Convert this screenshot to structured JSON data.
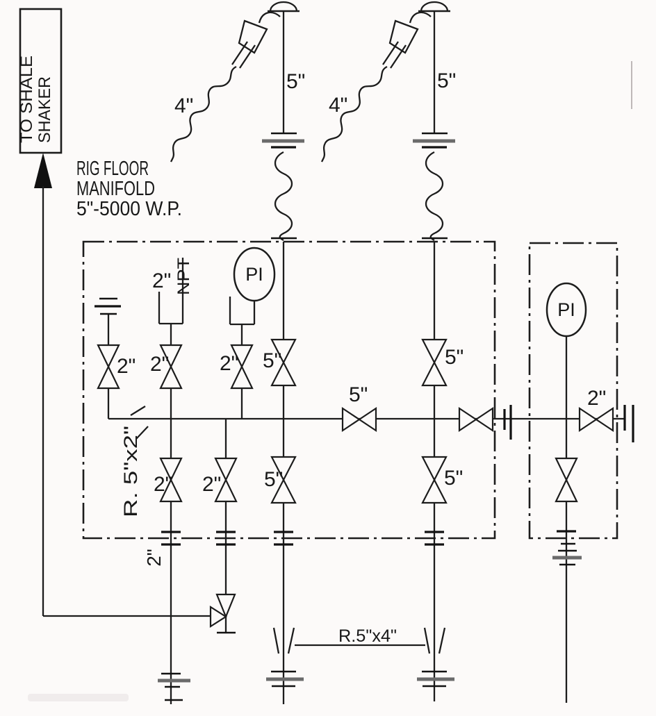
{
  "diagram": {
    "type": "piping-diagram",
    "destination_box": {
      "line1": "TO SHALE",
      "line2": "SHAKER"
    },
    "title": {
      "line1": "RIG FLOOR",
      "line2": "MANIFOLD",
      "line3": "5\"-5000 W.P."
    },
    "risers": {
      "hose1_size": "4\"",
      "hose2_size": "4\"",
      "riser1_size": "5\"",
      "riser2_size": "5\""
    },
    "manifold": {
      "vent_valve_size": "2\"",
      "npt_branch_size": "2\"",
      "npt_thread": "NPT",
      "pi_gauge": "PI",
      "npt_valve_size": "2\"",
      "pi_valve_size": "2\"",
      "riser1_upper_valve_size": "5\"",
      "riser2_upper_valve_size": "5\"",
      "header_valve_size": "5\"",
      "lower_valve1_size": "2\"",
      "lower_valve2_size": "2\"",
      "lower_valve3_size": "5\"",
      "lower_valve4_size": "5\"",
      "header_reducer": "R. 5\"x2\""
    },
    "gauge_box": {
      "pi_gauge": "PI",
      "bleed_valve_size": "2\""
    },
    "bottom": {
      "shaker_line_size": "2\"",
      "riser_reducer": "R.5\"x4\""
    },
    "colors": {
      "line": "#1c1c1c",
      "background": "#fcfaf9",
      "screened_bar": "#6b6b6b"
    }
  }
}
